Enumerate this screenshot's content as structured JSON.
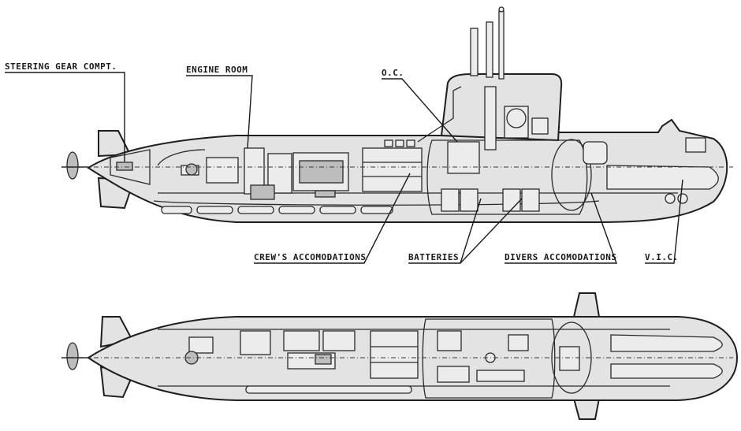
{
  "labels": {
    "steering_gear": "STEERING GEAR COMPT.",
    "engine_room": "ENGINE ROOM",
    "oc": "O.C.",
    "crews": "CREW'S ACCOMODATIONS",
    "batteries": "BATTERIES",
    "divers": "DIVERS ACCOMODATIONS",
    "vic": "V.I.C."
  },
  "colors": {
    "hull_fill": "#e3e3e3",
    "line": "#1e1e1e",
    "background": "#ffffff"
  }
}
